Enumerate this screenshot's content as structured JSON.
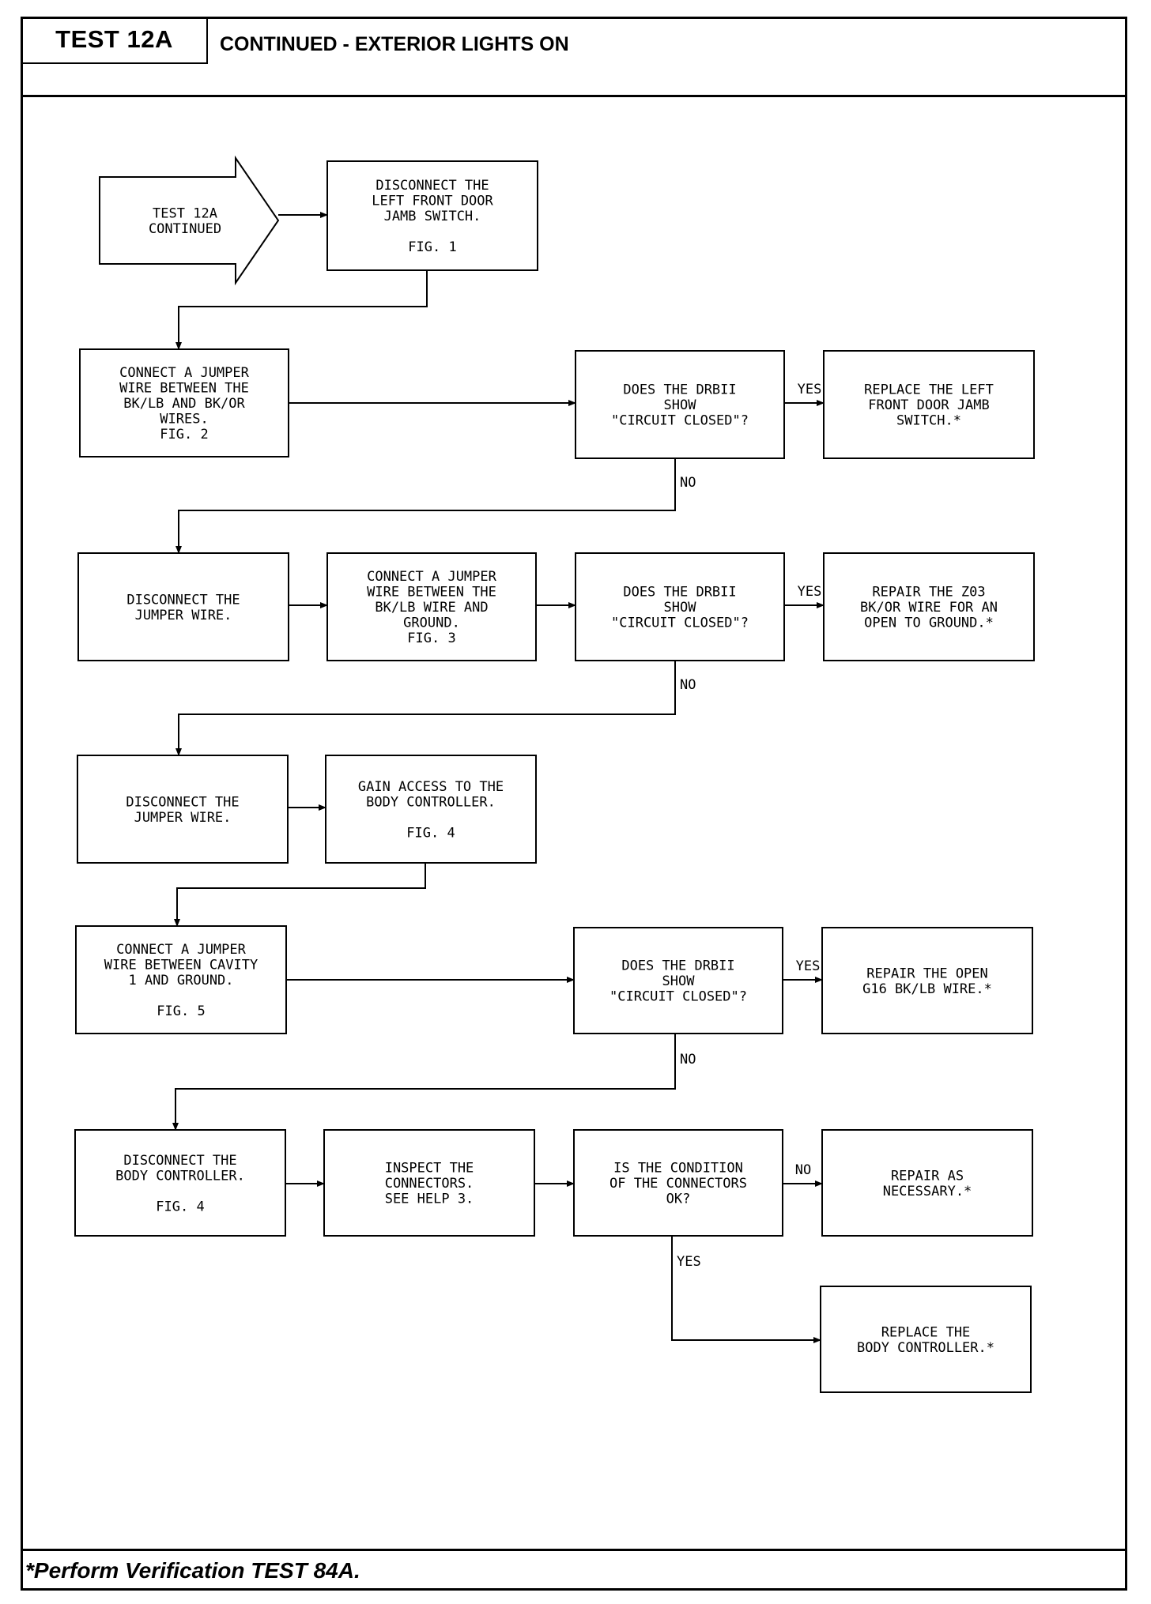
{
  "header": {
    "test_id": "TEST 12A",
    "title": "CONTINUED - EXTERIOR LIGHTS ON"
  },
  "flowchart": {
    "nodes": [
      {
        "id": "start",
        "shape": "arrow",
        "lines": [
          "TEST 12A",
          "CONTINUED"
        ]
      },
      {
        "id": "disc_jamb",
        "lines": [
          "DISCONNECT THE",
          "LEFT FRONT DOOR",
          "JAMB SWITCH.",
          "",
          "FIG. 1"
        ]
      },
      {
        "id": "jumper_bklb_bkor",
        "lines": [
          "CONNECT A JUMPER",
          "WIRE BETWEEN THE",
          "BK/LB AND BK/OR",
          "WIRES.",
          "FIG. 2"
        ]
      },
      {
        "id": "q1",
        "lines": [
          "DOES THE DRBII",
          "SHOW",
          "\"CIRCUIT CLOSED\"?"
        ]
      },
      {
        "id": "replace_jamb",
        "lines": [
          "REPLACE THE LEFT",
          "FRONT DOOR JAMB",
          "SWITCH.*"
        ]
      },
      {
        "id": "disc_jumper_1",
        "lines": [
          "DISCONNECT THE",
          "JUMPER WIRE."
        ]
      },
      {
        "id": "jumper_bklb_gnd",
        "lines": [
          "CONNECT A JUMPER",
          "WIRE BETWEEN THE",
          "BK/LB WIRE AND",
          "GROUND.",
          "FIG. 3"
        ]
      },
      {
        "id": "q2",
        "lines": [
          "DOES THE DRBII",
          "SHOW",
          "\"CIRCUIT CLOSED\"?"
        ]
      },
      {
        "id": "repair_z03",
        "lines": [
          "REPAIR THE Z03",
          "BK/OR WIRE FOR AN",
          "OPEN TO GROUND.*"
        ]
      },
      {
        "id": "disc_jumper_2",
        "lines": [
          "DISCONNECT THE",
          "JUMPER WIRE."
        ]
      },
      {
        "id": "access_bc",
        "lines": [
          "GAIN ACCESS TO THE",
          "BODY CONTROLLER.",
          "",
          "FIG. 4"
        ]
      },
      {
        "id": "jumper_cavity",
        "lines": [
          "CONNECT A JUMPER",
          "WIRE BETWEEN CAVITY",
          "1 AND GROUND.",
          "",
          "FIG. 5"
        ]
      },
      {
        "id": "q3",
        "lines": [
          "DOES THE DRBII",
          "SHOW",
          "\"CIRCUIT CLOSED\"?"
        ]
      },
      {
        "id": "repair_g16",
        "lines": [
          "REPAIR THE OPEN",
          "G16 BK/LB WIRE.*"
        ]
      },
      {
        "id": "disc_bc",
        "lines": [
          "DISCONNECT THE",
          "BODY CONTROLLER.",
          "",
          "FIG. 4"
        ]
      },
      {
        "id": "inspect",
        "lines": [
          "INSPECT THE",
          "CONNECTORS.",
          "SEE HELP 3."
        ]
      },
      {
        "id": "q4",
        "lines": [
          "IS THE CONDITION",
          "OF THE CONNECTORS",
          "OK?"
        ]
      },
      {
        "id": "repair_nec",
        "lines": [
          "REPAIR AS",
          "NECESSARY.*"
        ]
      },
      {
        "id": "replace_bc",
        "lines": [
          "REPLACE THE",
          "BODY CONTROLLER.*"
        ]
      }
    ],
    "edges": [
      {
        "from": "start",
        "to": "disc_jamb",
        "label": ""
      },
      {
        "from": "disc_jamb",
        "to": "jumper_bklb_bkor",
        "label": ""
      },
      {
        "from": "jumper_bklb_bkor",
        "to": "q1",
        "label": ""
      },
      {
        "from": "q1",
        "to": "replace_jamb",
        "label": "YES"
      },
      {
        "from": "q1",
        "to": "disc_jumper_1",
        "label": "NO"
      },
      {
        "from": "disc_jumper_1",
        "to": "jumper_bklb_gnd",
        "label": ""
      },
      {
        "from": "jumper_bklb_gnd",
        "to": "q2",
        "label": ""
      },
      {
        "from": "q2",
        "to": "repair_z03",
        "label": "YES"
      },
      {
        "from": "q2",
        "to": "disc_jumper_2",
        "label": "NO"
      },
      {
        "from": "disc_jumper_2",
        "to": "access_bc",
        "label": ""
      },
      {
        "from": "access_bc",
        "to": "jumper_cavity",
        "label": ""
      },
      {
        "from": "jumper_cavity",
        "to": "q3",
        "label": ""
      },
      {
        "from": "q3",
        "to": "repair_g16",
        "label": "YES"
      },
      {
        "from": "q3",
        "to": "disc_bc",
        "label": "NO"
      },
      {
        "from": "disc_bc",
        "to": "inspect",
        "label": ""
      },
      {
        "from": "inspect",
        "to": "q4",
        "label": ""
      },
      {
        "from": "q4",
        "to": "repair_nec",
        "label": "NO"
      },
      {
        "from": "q4",
        "to": "replace_bc",
        "label": "YES"
      }
    ]
  },
  "footer": {
    "note": "*Perform Verification TEST 84A."
  }
}
